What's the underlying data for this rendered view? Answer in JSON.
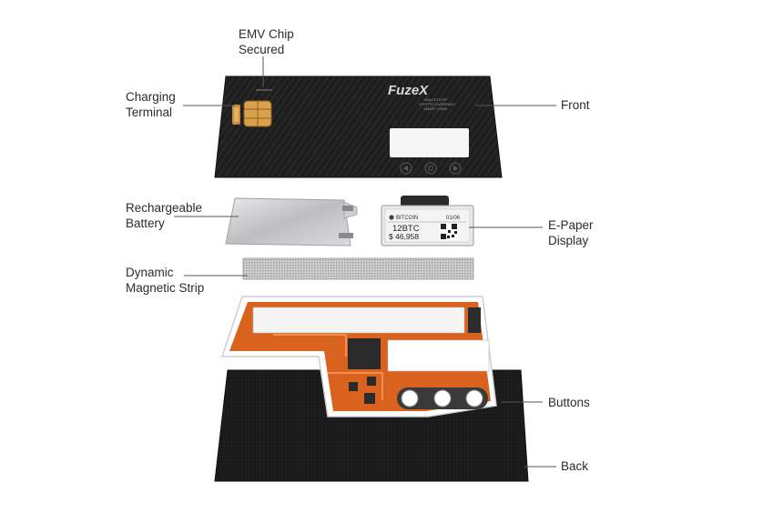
{
  "labels": {
    "emv_chip": [
      "EMV Chip",
      "Secured"
    ],
    "charging_terminal": [
      "Charging",
      "Terminal"
    ],
    "front": "Front",
    "battery": [
      "Rechargeable",
      "Battery"
    ],
    "epaper": [
      "E-Paper",
      "Display"
    ],
    "magnetic_strip": [
      "Dynamic",
      "Magnetic Strip"
    ],
    "buttons": "Buttons",
    "back": "Back"
  },
  "card_front": {
    "brand": "FuzeX",
    "tagline": [
      "WALLET/OTP",
      "CRYPTO CURRENCY",
      "SMART CARD"
    ]
  },
  "epaper_screen": {
    "coin": "BITCOIN",
    "date": "01/06",
    "amount": "12BTC",
    "value": "$ 46,958"
  },
  "colors": {
    "card": "#1c1c1c",
    "pcb_orange": "#d8621e",
    "pcb_copper": "#e9803d",
    "chip_gold": "#d9a24a",
    "leader_line": "#555555"
  }
}
